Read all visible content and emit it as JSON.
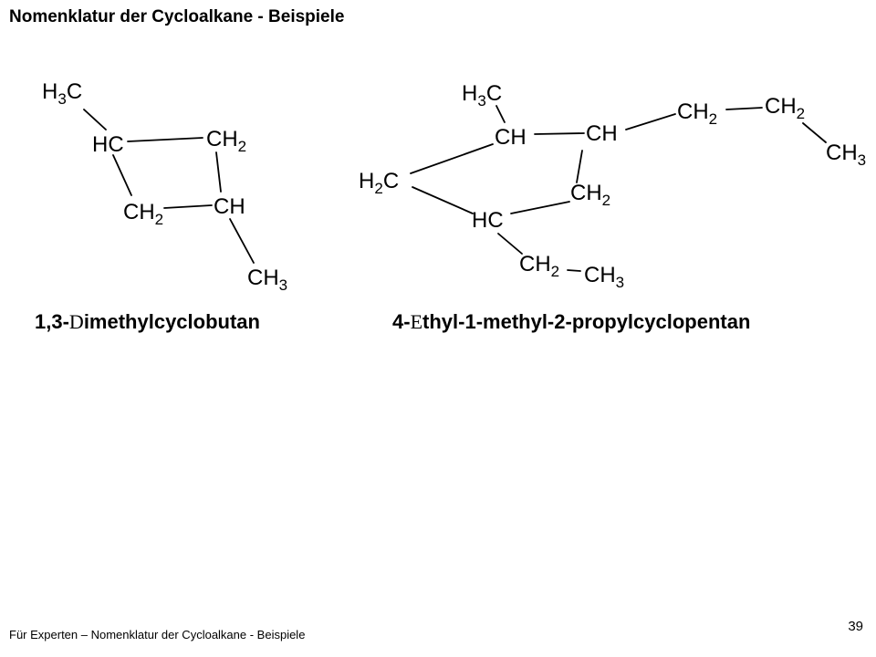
{
  "title": "Nomenklatur der Cycloalkane - Beispiele",
  "molecule1": {
    "groups": [
      "H3C",
      "HC",
      "CH2",
      "CH2",
      "CH",
      "CH3"
    ],
    "name": {
      "prefix": "1,3-",
      "lead": "D",
      "rest": "imethylcyclobutan"
    }
  },
  "molecule2": {
    "groups": [
      "H3C",
      "CH",
      "CH",
      "CH2",
      "CH2",
      "CH3",
      "H2C",
      "CH2",
      "HC",
      "CH2",
      "CH3"
    ],
    "name": {
      "prefix": "4-",
      "lead": "E",
      "rest": "thyl-1-methyl-2-propylcyclopentan"
    }
  },
  "footer": "Für Experten – Nomenklatur der Cycloalkane - Beispiele",
  "page_number": "39"
}
